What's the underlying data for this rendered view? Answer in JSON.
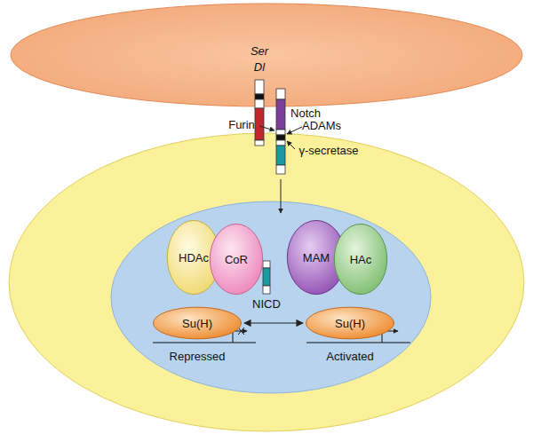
{
  "diagram": {
    "nodes": [
      {
        "text": [
          "HDAc"
        ]
      },
      {
        "text": [
          "CoR"
        ]
      },
      {
        "text": [
          "MAM"
        ]
      },
      {
        "text": [
          "HAc"
        ]
      },
      {
        "text": [
          "Su(H)"
        ]
      },
      {
        "text": [
          "Su(H)"
        ]
      }
    ],
    "edges": [
      {
        "from": 4,
        "to": 5,
        "arrow": "both"
      }
    ],
    "labels": [
      "Ser",
      "Dl",
      "Notch",
      "Furin",
      "ADAMs",
      "γ-secretase",
      "NICD",
      "Repressed",
      "Activated"
    ]
  }
}
